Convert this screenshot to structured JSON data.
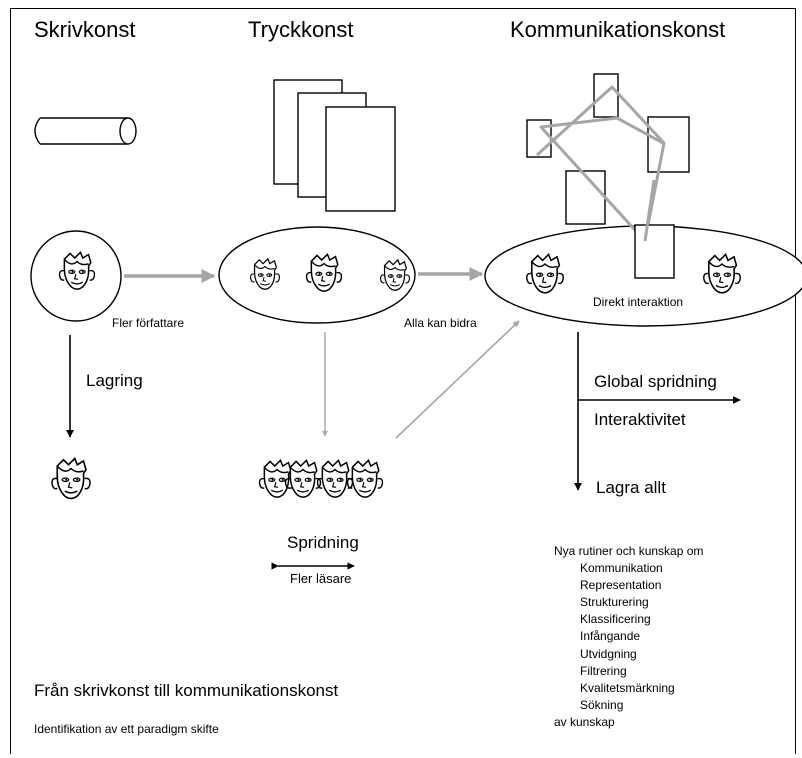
{
  "headings": {
    "writing": "Skrivkonst",
    "printing": "Tryckkonst",
    "communication": "Kommunikationskonst"
  },
  "labels": {
    "more_authors": "Fler författare",
    "storage": "Lagring",
    "everyone_contributes": "Alla kan bidra",
    "direct_interaction": "Direkt interaktion",
    "global_spread": "Global spridning",
    "interactivity": "Interaktivitet",
    "store_everything": "Lagra allt",
    "spread": "Spridning",
    "more_readers": "Fler läsare"
  },
  "knowledge": {
    "intro": "Nya rutiner och kunskap om",
    "items": [
      "Kommunikation",
      "Representation",
      "Strukturering",
      "Klassificering",
      "Infångande",
      "Utvidgning",
      "Filtrering",
      "Kvalitetsmärkning",
      "Sökning"
    ],
    "outro": "av kunskap"
  },
  "footer": {
    "title": "Från skrivkonst till kommunikationskonst",
    "subtitle": "Identifikation av ett paradigm skifte"
  },
  "colors": {
    "line": "#000000",
    "arrow_gray": "#a6a6a6",
    "background": "#ffffff"
  }
}
